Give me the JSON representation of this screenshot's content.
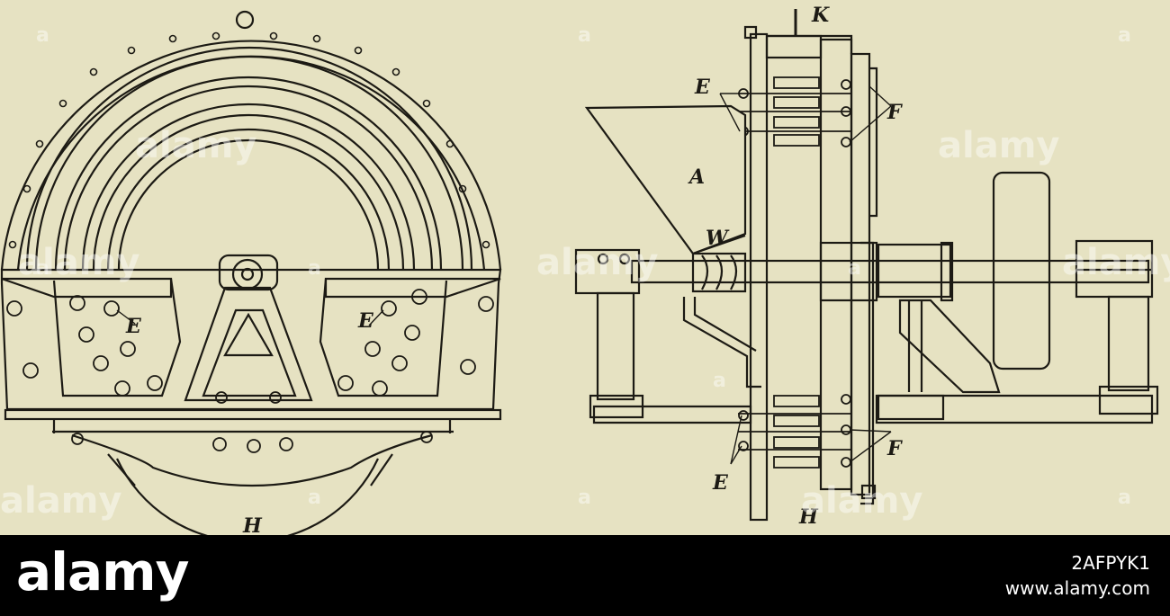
{
  "figure": {
    "left_view_labels": {
      "e1": "E",
      "e2": "E",
      "h": "H"
    },
    "right_view_labels": {
      "k": "K",
      "e_top": "E",
      "f_top": "F",
      "a": "A",
      "w": "W",
      "f_bottom": "F",
      "e_bottom": "E",
      "h": "H"
    }
  },
  "watermarks": [
    "alamy",
    "alamy",
    "alamy",
    "alamy",
    "alamy",
    "alamy",
    "alamy",
    "a",
    "a",
    "a",
    "a",
    "a",
    "a",
    "a",
    "a",
    "a",
    "a"
  ],
  "footer": {
    "brand": "alamy",
    "image_id": "2AFPYK1",
    "site": "www.alamy.com"
  },
  "colors": {
    "paper": "#e6e2c2",
    "ink": "#1c1a14",
    "footer_bg": "#000000",
    "footer_text": "#ffffff"
  }
}
